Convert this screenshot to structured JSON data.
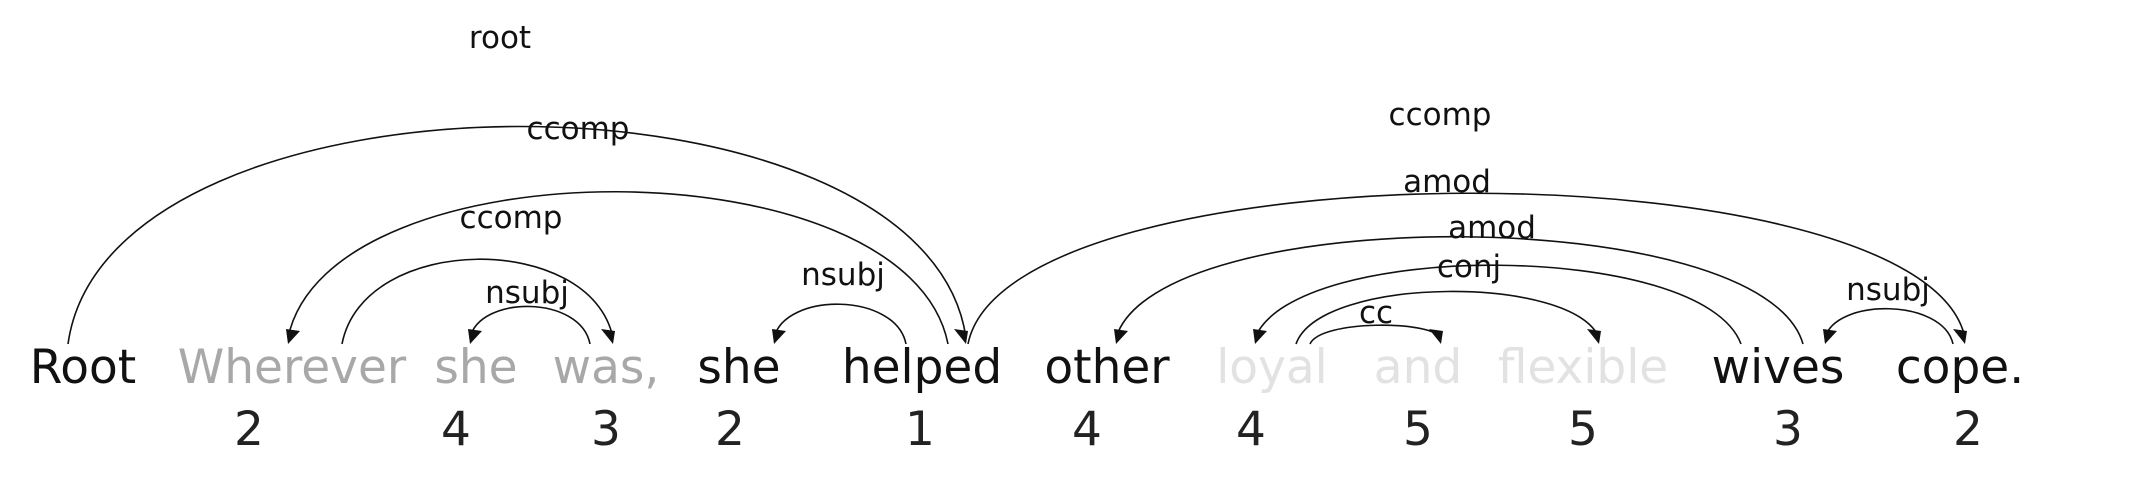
{
  "tokens": [
    {
      "id": "tok-root",
      "text": "Root",
      "depth": "",
      "color": "#111111"
    },
    {
      "id": "tok-wherever",
      "text": "Wherever",
      "depth": "2",
      "color": "#a8a8a8"
    },
    {
      "id": "tok-she1",
      "text": "she",
      "depth": "4",
      "color": "#a8a8a8"
    },
    {
      "id": "tok-was",
      "text": "was,",
      "depth": "3",
      "color": "#a8a8a8"
    },
    {
      "id": "tok-she2",
      "text": "she",
      "depth": "2",
      "color": "#111111"
    },
    {
      "id": "tok-helped",
      "text": "helped",
      "depth": "1",
      "color": "#111111"
    },
    {
      "id": "tok-other",
      "text": "other",
      "depth": "4",
      "color": "#111111"
    },
    {
      "id": "tok-loyal",
      "text": "loyal",
      "depth": "4",
      "color": "#e2e2e2"
    },
    {
      "id": "tok-and",
      "text": "and",
      "depth": "5",
      "color": "#e2e2e2"
    },
    {
      "id": "tok-flexible",
      "text": "flexible",
      "depth": "5",
      "color": "#e2e2e2"
    },
    {
      "id": "tok-wives",
      "text": "wives",
      "depth": "3",
      "color": "#111111"
    },
    {
      "id": "tok-cope",
      "text": "cope.",
      "depth": "2",
      "color": "#111111"
    }
  ],
  "arcs": [
    {
      "label": "root",
      "from": 0,
      "to": 5
    },
    {
      "label": "ccomp",
      "from": 5,
      "to": 1
    },
    {
      "label": "ccomp",
      "from": 1,
      "to": 3
    },
    {
      "label": "nsubj",
      "from": 3,
      "to": 2
    },
    {
      "label": "nsubj",
      "from": 5,
      "to": 4
    },
    {
      "label": "ccomp",
      "from": 5,
      "to": 11
    },
    {
      "label": "amod",
      "from": 10,
      "to": 6
    },
    {
      "label": "amod",
      "from": 10,
      "to": 7
    },
    {
      "label": "conj",
      "from": 7,
      "to": 9
    },
    {
      "label": "cc",
      "from": 7,
      "to": 8
    },
    {
      "label": "nsubj",
      "from": 11,
      "to": 10
    }
  ]
}
